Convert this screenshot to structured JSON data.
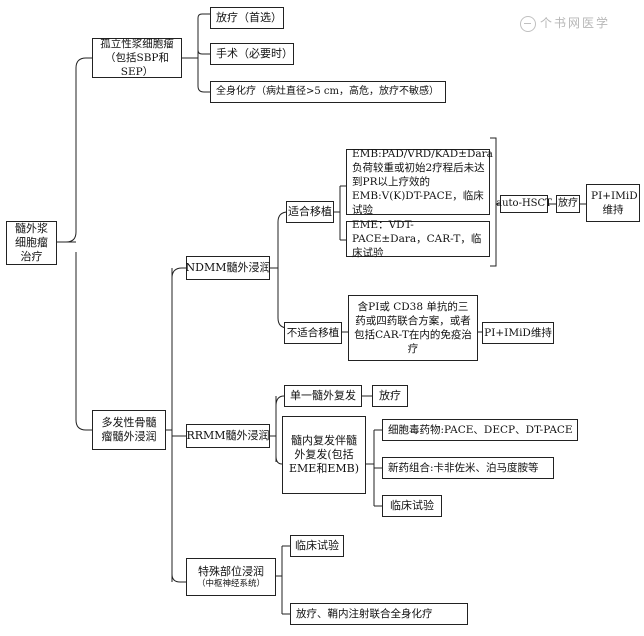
{
  "watermark": "个书网医学",
  "root": "髓外浆细胞瘤治疗",
  "solitary": {
    "title": "孤立性浆细胞瘤（包括SBP和SEP）",
    "radiotherapy": "放疗（首选）",
    "surgery": "手术（必要时）",
    "chemo": "全身化疗（病灶直径>5 cm，高危，放疗不敏感）"
  },
  "multiple": {
    "title": "多发性骨髓瘤髓外浸润",
    "ndmm": {
      "title": "NDMM髓外浸润",
      "eligible": "适合移植",
      "emb": "EMB:PAD/VRD/KAD±Dara负荷较重或初始2疗程后未达到PR以上疗效的EMB:V(K)DT-PACE，临床试验",
      "eme": "EME：VDT-PACE±Dara，CAR-T，临床试验",
      "ahsct": "auto-HSCT",
      "radio": "放疗",
      "maintenance": "PI+IMiD维持",
      "ineligible": "不适合移植",
      "ineligible_plan": "含PI或 CD38 单抗的三药或四药联合方案，或者包括CAR-T在内的免疫治疗",
      "ineligible_maint": "PI+IMiD维持"
    },
    "rrmm": {
      "title": "RRMM髓外浸润",
      "single": "单一髓外复发",
      "single_tx": "放疗",
      "combined": "髓内复发伴髓外复发(包括EME和EMB)",
      "cytotoxic": "细胞毒药物:PACE、DECP、DT-PACE",
      "novel": "新药组合:卡非佐米、泊马度胺等",
      "trial": "临床试验"
    },
    "special": {
      "title": "特殊部位浸润",
      "subtitle": "（中枢神经系统）",
      "trial": "临床试验",
      "intrathecal": "放疗、鞘内注射联合全身化疗"
    }
  }
}
